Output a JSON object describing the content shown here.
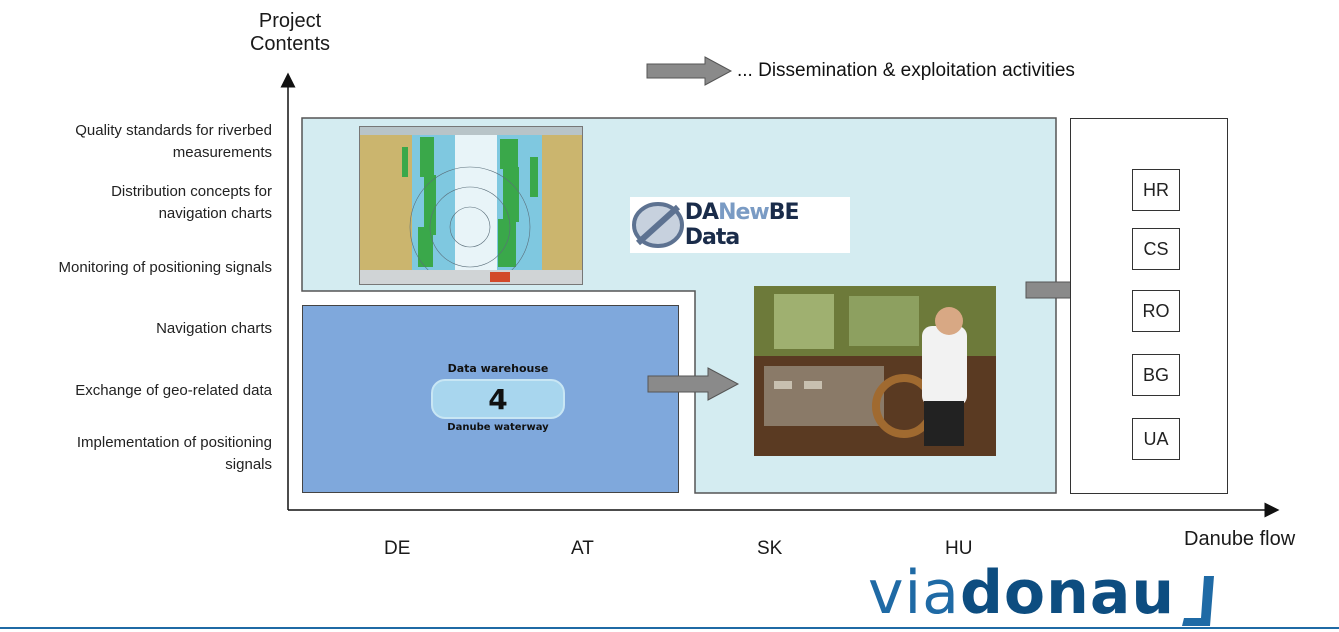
{
  "y_axis_title": [
    "Project",
    "Contents"
  ],
  "x_axis_title": "Danube flow",
  "legend_note": "... Dissemination & exploitation activities",
  "row_labels": [
    [
      "Quality standards for riverbed",
      "measurements"
    ],
    [
      "Distribution concepts for",
      "navigation charts"
    ],
    [
      "Monitoring of positioning signals"
    ],
    [
      "Navigation charts"
    ],
    [
      "Exchange of geo-related data"
    ],
    [
      "Implementation of positioning",
      "signals"
    ]
  ],
  "x_labels": [
    "DE",
    "AT",
    "SK",
    "HU"
  ],
  "countries": [
    "HR",
    "CS",
    "RO",
    "BG",
    "UA"
  ],
  "danewbe_logo": {
    "part1": "DA",
    "part2": "New",
    "part3": "BE Data"
  },
  "warehouse_logo": {
    "top": "Data warehouse",
    "number": "4",
    "bottom": "Danube waterway"
  },
  "brand": {
    "part1": "via",
    "part2": "donau"
  },
  "colors": {
    "light_region": "#d4ecf1",
    "dark_region": "#7fa8dc",
    "arrow": "#8a8a8a",
    "brand_blue": "#1f6aa5",
    "brand_dark": "#0d4d80"
  }
}
